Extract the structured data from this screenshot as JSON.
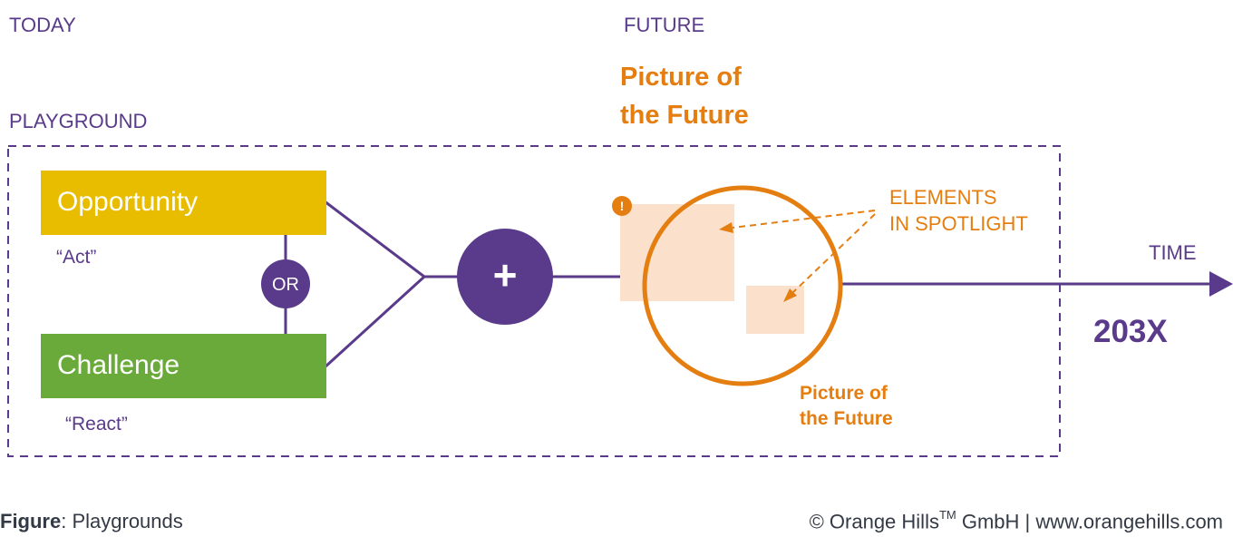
{
  "labels": {
    "today": "TODAY",
    "future": "FUTURE",
    "playground": "PLAYGROUND",
    "picture_future_title": [
      "Picture of",
      "the Future"
    ],
    "picture_future_small": [
      "Picture of",
      "the Future"
    ],
    "elements_in_spotlight": [
      "ELEMENTS",
      "IN SPOTLIGHT"
    ],
    "time": "TIME",
    "year": "203X",
    "exclamation": "!"
  },
  "boxes": {
    "opportunity": {
      "label": "Opportunity",
      "sub": "“Act”"
    },
    "challenge": {
      "label": "Challenge",
      "sub": "“React”"
    }
  },
  "or_label": "OR",
  "plus_label": "+",
  "caption": {
    "figure_bold": "Figure",
    "figure_rest": ": Playgrounds",
    "copyright_prefix": "© Orange Hills",
    "trademark": "TM",
    "copyright_suffix": " GmbH | www.orangehills.com"
  },
  "colors": {
    "purple": "#5a3a8a",
    "orange": "#e57e10",
    "yellow": "#e8bd00",
    "green": "#6aaa3a",
    "peach": "#fbe1cc"
  }
}
